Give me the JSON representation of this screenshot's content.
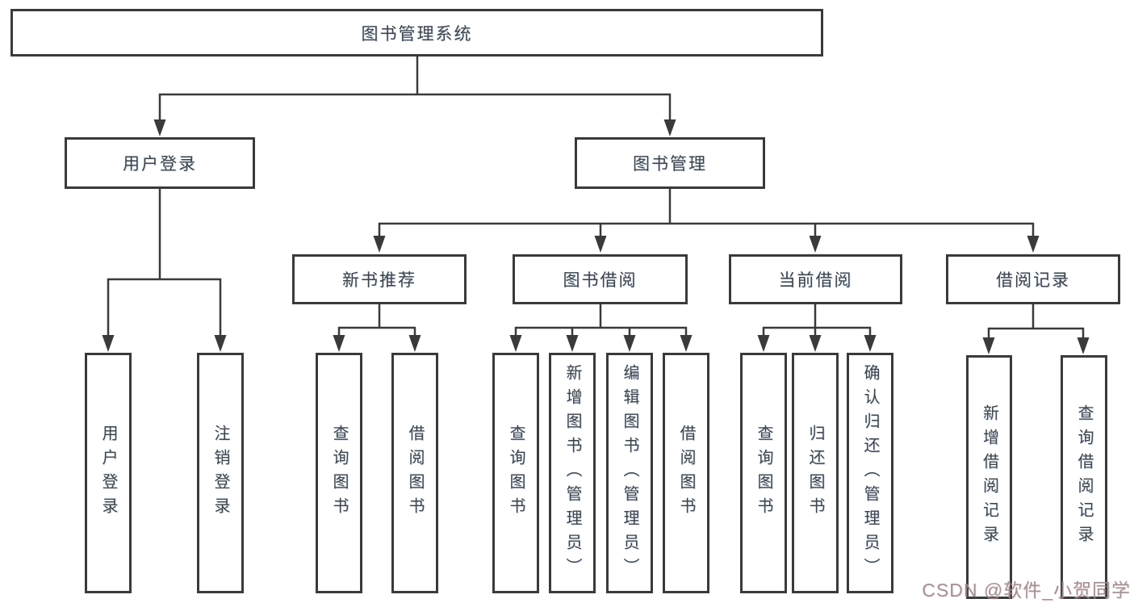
{
  "diagram": {
    "root": {
      "label": "图书管理系统"
    },
    "level2": [
      {
        "label": "用户登录"
      },
      {
        "label": "图书管理"
      }
    ],
    "level3": [
      {
        "label": "新书推荐"
      },
      {
        "label": "图书借阅"
      },
      {
        "label": "当前借阅"
      },
      {
        "label": "借阅记录"
      }
    ],
    "leaves": {
      "login": [
        "用户登录",
        "注销登录"
      ],
      "newbook": [
        "查询图书",
        "借阅图书"
      ],
      "borrow": [
        "查询图书",
        "新增图书（管理员）",
        "编辑图书（管理员）",
        "借阅图书"
      ],
      "current": [
        "查询图书",
        "归还图书",
        "确认归还（管理员）"
      ],
      "records": [
        "新增借阅记录",
        "查询借阅记录"
      ]
    }
  },
  "colors": {
    "line": "#3a3a3a",
    "text": "#3d4349",
    "background": "#ffffff",
    "watermark": "#98898c"
  },
  "watermark": {
    "text": "CSDN @软件_小贺同学"
  }
}
